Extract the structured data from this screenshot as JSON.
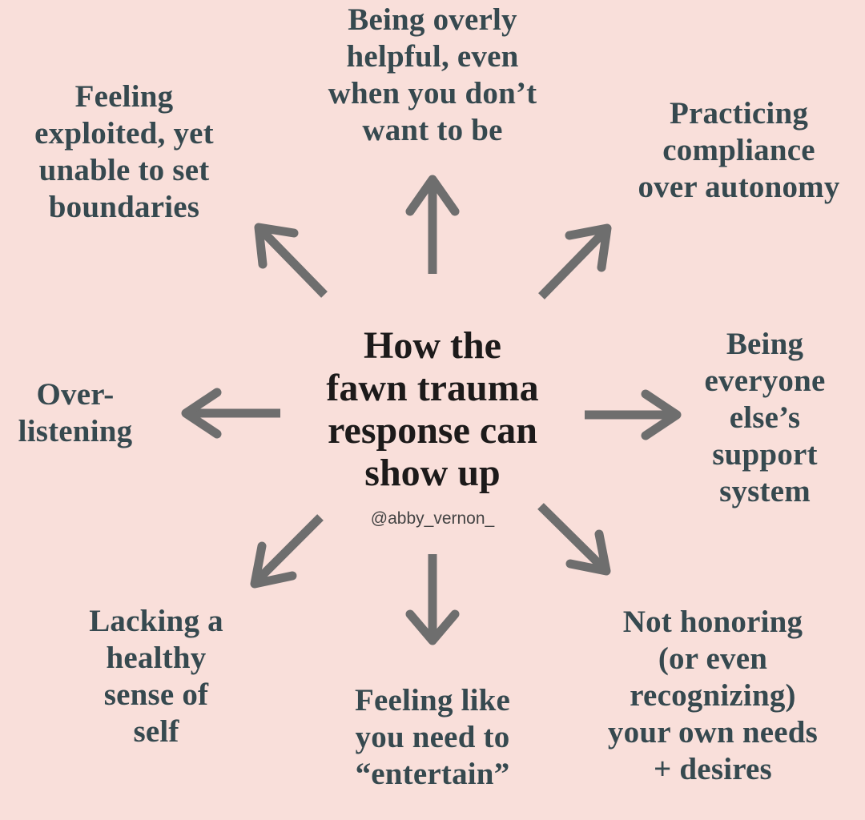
{
  "title": "How the\nfawn trauma\nresponse can\nshow up",
  "handle": "@abby_vernon_",
  "colors": {
    "background": "#f9dfda",
    "label_text": "#36494f",
    "title_text": "#1c1a1a",
    "arrow": "#6e6e6e"
  },
  "items": [
    {
      "direction": "up-left",
      "text": "Feeling\nexploited, yet\nunable to set\nboundaries"
    },
    {
      "direction": "up",
      "text": "Being overly\nhelpful, even\nwhen you don’t\nwant to be"
    },
    {
      "direction": "up-right",
      "text": "Practicing\ncompliance\nover autonomy"
    },
    {
      "direction": "left",
      "text": "Over-\nlistening"
    },
    {
      "direction": "right",
      "text": "Being\neveryone\nelse’s\nsupport\nsystem"
    },
    {
      "direction": "down-left",
      "text": "Lacking a\nhealthy\nsense of\nself"
    },
    {
      "direction": "down",
      "text": "Feeling like\nyou need to\n“entertain”"
    },
    {
      "direction": "down-right",
      "text": "Not honoring\n(or even\nrecognizing)\nyour own needs\n+ desires"
    }
  ]
}
